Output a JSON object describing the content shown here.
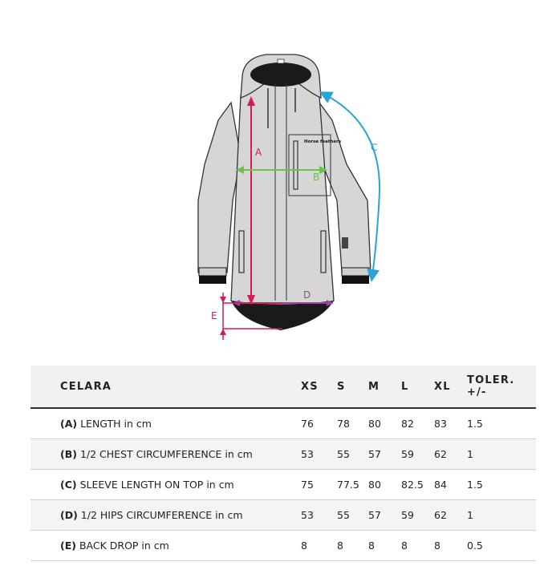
{
  "diagram": {
    "brand_patch": "Horse feathers",
    "markers": {
      "a": "A",
      "b": "B",
      "c": "C",
      "d": "D",
      "e": "E"
    },
    "colors": {
      "a": "#d6195b",
      "b": "#6cc24a",
      "c": "#2aa4d6",
      "d": "#a33f9e",
      "e": "#d6195b"
    }
  },
  "table": {
    "model": "CELARA",
    "sizes": [
      "XS",
      "S",
      "M",
      "L",
      "XL"
    ],
    "tolerance_header": "TOLER. +/-",
    "rows": [
      {
        "label": "(A)",
        "name": "LENGTH in cm",
        "values": [
          "76",
          "78",
          "80",
          "82",
          "83"
        ],
        "tolerance": "1.5"
      },
      {
        "label": "(B)",
        "name": "1/2 CHEST CIRCUMFERENCE in cm",
        "values": [
          "53",
          "55",
          "57",
          "59",
          "62"
        ],
        "tolerance": "1"
      },
      {
        "label": "(C)",
        "name": "SLEEVE LENGTH ON TOP in cm",
        "values": [
          "75",
          "77.5",
          "80",
          "82.5",
          "84"
        ],
        "tolerance": "1.5"
      },
      {
        "label": "(D)",
        "name": "1/2 HIPS CIRCUMFERENCE in cm",
        "values": [
          "53",
          "55",
          "57",
          "59",
          "62"
        ],
        "tolerance": "1"
      },
      {
        "label": "(E)",
        "name": "BACK DROP in cm",
        "values": [
          "8",
          "8",
          "8",
          "8",
          "8"
        ],
        "tolerance": "0.5"
      }
    ]
  }
}
